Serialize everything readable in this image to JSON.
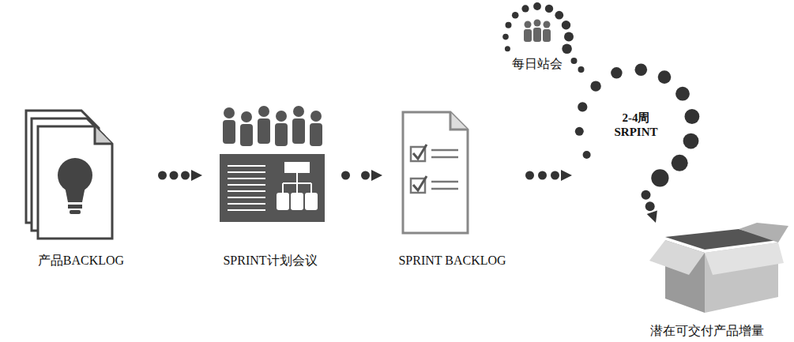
{
  "diagram": {
    "nodes": [
      {
        "text": [
          "产品BACKLOG"
        ]
      },
      {
        "text": [
          "SPRINT计划会议"
        ]
      },
      {
        "text": [
          "SPRINT BACKLOG"
        ]
      },
      {
        "text": [
          "2-4周 SRPINT"
        ]
      },
      {
        "text": [
          "每日站会"
        ]
      },
      {
        "text": [
          "潜在可交付产品增量"
        ]
      }
    ],
    "edges": [
      {
        "from": 0,
        "to": 1,
        "arrow": "to"
      },
      {
        "from": 1,
        "to": 2,
        "arrow": "to"
      },
      {
        "from": 2,
        "to": 3,
        "arrow": "to"
      },
      {
        "from": 3,
        "to": 4,
        "arrow": "none"
      },
      {
        "from": 3,
        "to": 5,
        "arrow": "to"
      }
    ]
  }
}
